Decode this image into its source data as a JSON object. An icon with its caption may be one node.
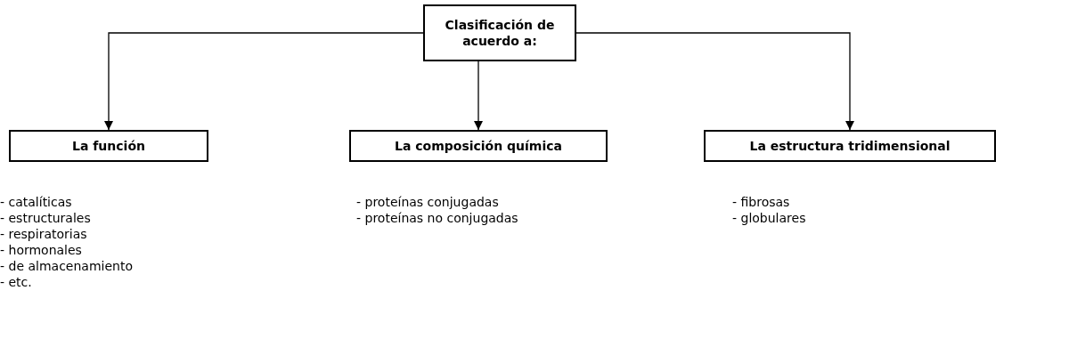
{
  "diagram": {
    "nodes": [
      {
        "text": [
          "Clasificación de acuerdo a:"
        ]
      },
      {
        "text": [
          "La función"
        ],
        "beside": [
          "- catalíticas",
          "- estructurales",
          "- respiratorias",
          "- hormonales",
          "- de almacenamiento",
          "- etc."
        ]
      },
      {
        "text": [
          "La composición química"
        ],
        "beside": [
          "- proteínas conjugadas",
          "- proteínas no conjugadas"
        ]
      },
      {
        "text": [
          "La estructura tridimensional"
        ],
        "beside": [
          "- fibrosas",
          "- globulares"
        ]
      }
    ],
    "edges": [
      {
        "from": 0,
        "to": 1,
        "arrow": "to"
      },
      {
        "from": 0,
        "to": 2,
        "arrow": "to"
      },
      {
        "from": 0,
        "to": 3,
        "arrow": "to"
      }
    ]
  }
}
